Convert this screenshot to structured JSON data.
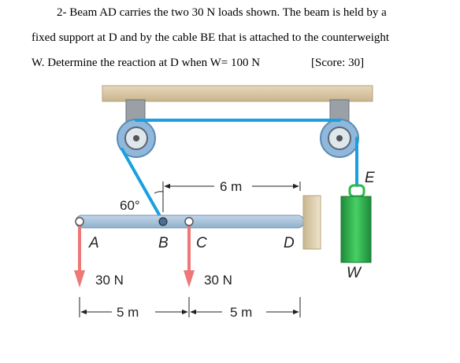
{
  "problem": {
    "line1": "2-  Beam AD carries the two 30 N  loads shown. The beam is held by a",
    "line2": "fixed support at D and by the cable BE that is attached to the counterweight",
    "line3": "W. Determine the reaction at D when W= 100 N",
    "score": "[Score: 30]"
  },
  "figure": {
    "angle_label": "60°",
    "dim_top": "6 m",
    "dim_left": "5 m",
    "dim_right": "5 m",
    "point_A": "A",
    "point_B": "B",
    "point_C": "C",
    "point_D": "D",
    "point_E": "E",
    "weight_label": "W",
    "load_left": "30 N",
    "load_right": "30 N",
    "colors": {
      "beam": "#aac4dc",
      "ceiling": "#d8c8a8",
      "cable": "#1aa0e0",
      "load_arrow": "#ee7777",
      "weight": "#2db84a",
      "wall": "#e8dcc4"
    }
  }
}
